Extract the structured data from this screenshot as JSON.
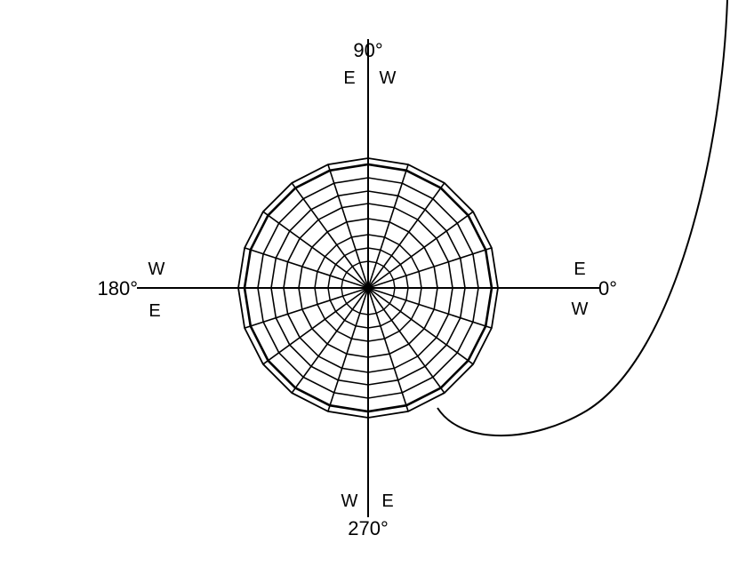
{
  "diagram": {
    "labels": {
      "deg_0": "0°",
      "deg_90": "90°",
      "deg_180": "180°",
      "deg_270": "270°",
      "top_left": "E",
      "top_right": "W",
      "left_top": "W",
      "left_bottom": "E",
      "right_top": "E",
      "right_bottom": "W",
      "bottom_left": "W",
      "bottom_right": "E"
    },
    "colors": {
      "stroke": "#000000",
      "background": "#ffffff"
    }
  }
}
